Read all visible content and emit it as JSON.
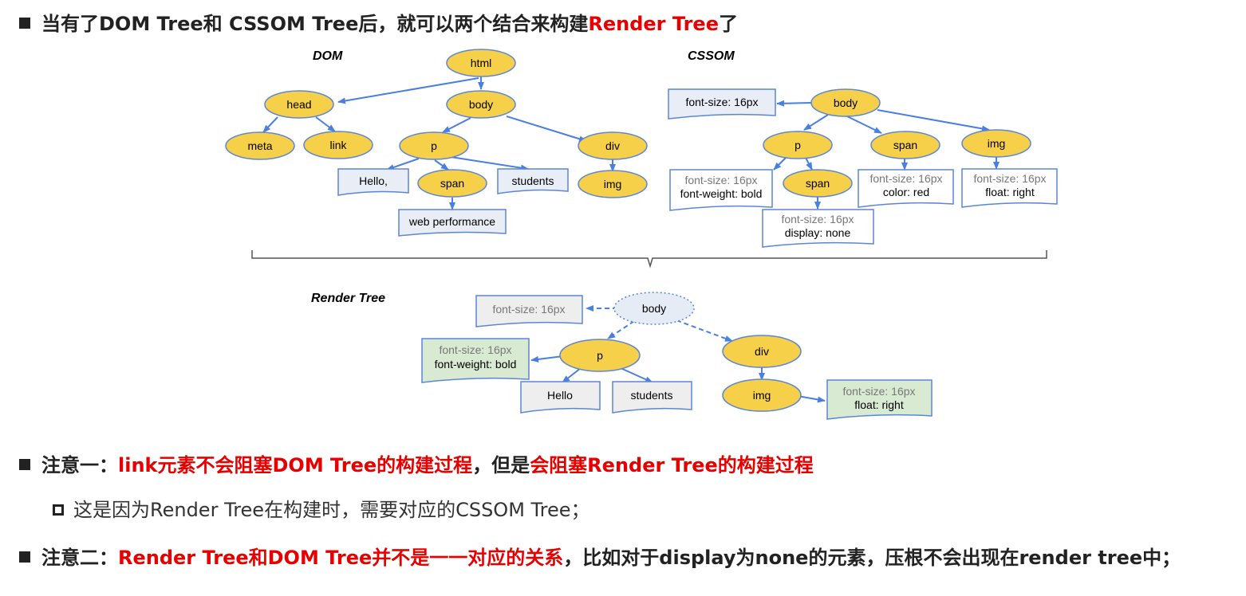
{
  "heading": {
    "prefix": "当有了DOM Tree和 CSSOM Tree后，就可以两个结合来构建",
    "highlight": "Render Tree",
    "suffix": "了"
  },
  "diagram": {
    "dom_title": "DOM",
    "cssom_title": "CSSOM",
    "render_title": "Render Tree",
    "dom_nodes": {
      "html": "html",
      "head": "head",
      "body": "body",
      "meta": "meta",
      "link": "link",
      "p": "p",
      "div": "div",
      "span": "span",
      "img": "img",
      "hello": "Hello,",
      "students": "students",
      "web_performance": "web performance"
    },
    "cssom_nodes": {
      "body": "body",
      "p": "p",
      "span_p": "span",
      "span": "span",
      "img": "img",
      "body_style": "font-size: 16px",
      "p_style_1": "font-size: 16px",
      "p_style_2": "font-weight: bold",
      "span_p_style_1": "font-size: 16px",
      "span_p_style_2": "display: none",
      "span_style_1": "font-size: 16px",
      "span_style_2": "color: red",
      "img_style_1": "font-size: 16px",
      "img_style_2": "float: right"
    },
    "render_nodes": {
      "body": "body",
      "p": "p",
      "div": "div",
      "img": "img",
      "hello": "Hello",
      "students": "students",
      "body_style": "font-size: 16px",
      "p_style_1": "font-size: 16px",
      "p_style_2": "font-weight: bold",
      "img_style_1": "font-size: 16px",
      "img_style_2": "float: right"
    },
    "colors": {
      "node_fill": "#f7d04a",
      "node_stroke": "#5b86d6",
      "arrow": "#4a7ee0",
      "green_box": "#d9ead3",
      "gray_box": "#eeeeee"
    }
  },
  "note1": {
    "prefix": "注意一：",
    "red1": "link元素不会阻塞DOM Tree的构建过程",
    "middle": "，但是",
    "red2": "会阻塞Render Tree的构建过程"
  },
  "note1_sub": "这是因为Render Tree在构建时，需要对应的CSSOM Tree；",
  "note2": {
    "prefix": "注意二：",
    "red": "Render Tree和DOM Tree并不是一一对应的关系",
    "suffix": "，比如对于display为none的元素，压根不会出现在render tree中；"
  }
}
